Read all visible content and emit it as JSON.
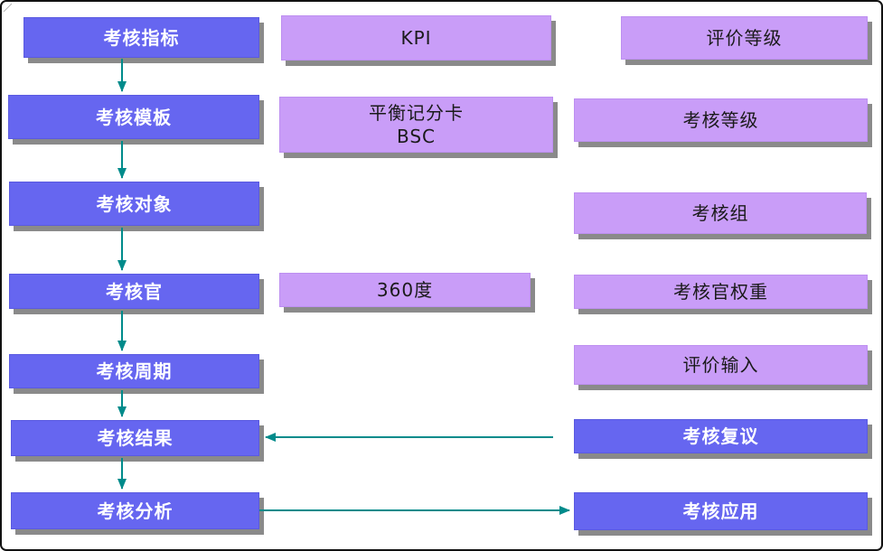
{
  "colors": {
    "primary_box_fill": "#6666F0",
    "secondary_box_fill": "#C99DF8",
    "primary_text": "#FFFFFF",
    "secondary_text": "#1A1A1A",
    "arrow_color": "#008B8B",
    "shadow_color": "#8A8A8A",
    "frame_border": "#111111"
  },
  "main_flow": {
    "steps": [
      {
        "label": "考核指标"
      },
      {
        "label": "考核模板"
      },
      {
        "label": "考核对象"
      },
      {
        "label": "考核官"
      },
      {
        "label": "考核周期"
      },
      {
        "label": "考核结果"
      },
      {
        "label": "考核分析"
      }
    ]
  },
  "method_column": {
    "boxes": [
      {
        "label": "KPI"
      },
      {
        "label": "平衡记分卡\nBSC"
      },
      {
        "label": "360度"
      }
    ]
  },
  "config_column": {
    "boxes": [
      {
        "label": "评价等级"
      },
      {
        "label": "考核等级"
      },
      {
        "label": "考核组"
      },
      {
        "label": "考核官权重"
      },
      {
        "label": "评价输入"
      }
    ]
  },
  "feedback_boxes": [
    {
      "label": "考核复议"
    },
    {
      "label": "考核应用"
    }
  ]
}
